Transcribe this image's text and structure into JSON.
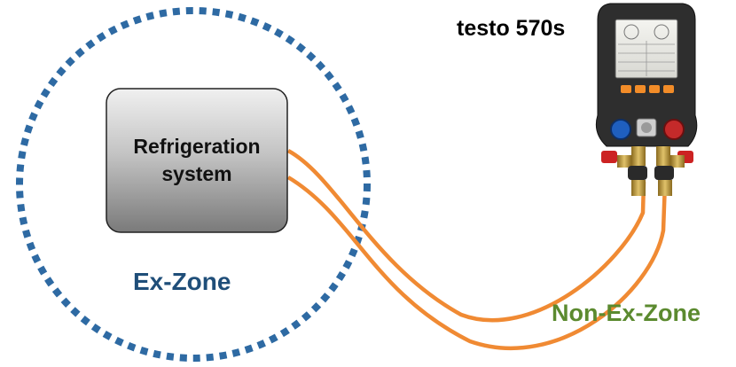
{
  "system_box": {
    "line1": "Refrigeration",
    "line2": "system"
  },
  "device": {
    "title": "testo 570s",
    "icon": "refrigerant-manifold-gauge-icon"
  },
  "zones": {
    "ex": "Ex-Zone",
    "non_ex": "Non-Ex-Zone"
  },
  "colors": {
    "ex_zone_border": "#2e6aa3",
    "ex_zone_text": "#1f4e79",
    "non_ex_zone_text": "#5b8a2f",
    "hose": "#f08a33",
    "device_body": "#333333",
    "device_accent": "#f28c28",
    "box_fill_top": "#ececec",
    "box_fill_bottom": "#7f7f7f"
  }
}
